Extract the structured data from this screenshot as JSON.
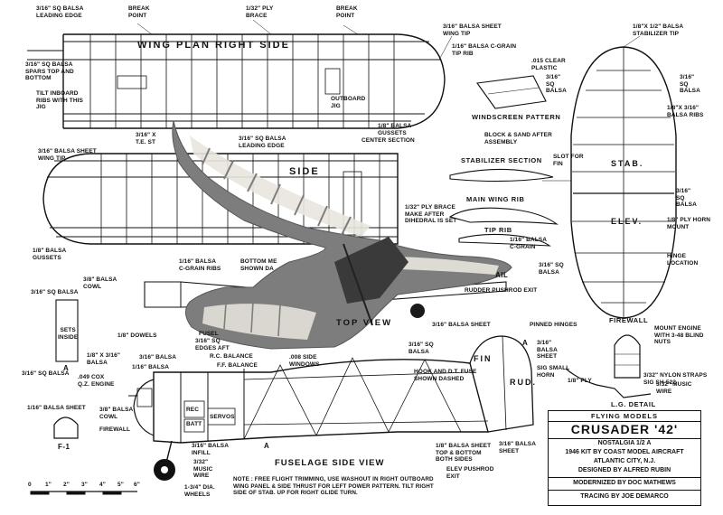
{
  "titles": {
    "wing_plan_right": "WING PLAN RIGHT SIDE",
    "wing_plan_left_partial": "SIDE",
    "windscreen_pattern": "WINDSCREEN PATTERN",
    "stabilizer_section": "STABILIZER SECTION",
    "main_wing_rib": "MAIN WING RIB",
    "tip_rib": "TIP RIB",
    "top_view": "TOP VIEW",
    "fuselage_side_view": "FUSELAGE SIDE VIEW",
    "firewall": "FIREWALL",
    "lg_detail": "L.G. DETAIL",
    "stab": "STAB.",
    "elev": "ELEV.",
    "fin": "FIN",
    "rud": "RUD.",
    "f1": "F-1",
    "tail_partial": "AIL"
  },
  "labels": {
    "l1": "3/16\" SQ BALSA\nLEADING EDGE",
    "l2": "BREAK\nPOINT",
    "l3": "1/32\" PLY\nBRACE",
    "l4": "BREAK\nPOINT",
    "l5": "3/16\" BALSA SHEET\nWING TIP",
    "l6": "1/16\" BALSA C-GRAIN\nTIP RIB",
    "l7": ".015 CLEAR\nPLASTIC",
    "l8": "1/8\"x 1/2\" BALSA\nSTABILIZER TIP",
    "l9": "3/16\" SQ BALSA\nSPARS TOP AND\nBOTTOM",
    "l10": "TILT INBOARD\nRIBS WITH THIS\nJIG",
    "l11": "OUTBOARD\nJIG",
    "l12": "1/8\" BALSA\nGUSSETS",
    "l13": "3/16\"\nSQ\nBALSA",
    "l14": "3/16\"\nSQ\nBALSA",
    "l15": "1/8\"x 3/16\"\nBALSA RIBS",
    "l16": "3/16\" x\nT.E. ST",
    "l17": "3/16\" SQ BALSA\nLEADING EDGE",
    "l18": "CENTER SECTION",
    "l19": "BLOCK & SAND AFTER\nASSEMBLY",
    "l20": "SLOT FOR\nFIN",
    "l21": "3/16\" BALSA SHEET\nWING TIP",
    "l22": "1/32\" PLY BRACE\nMAKE AFTER\nDIHEDRAL IS SET",
    "l23": "3/16\"\nSQ\nBALSA",
    "l24": "1/8\" PLY HORN\nMOUNT",
    "l25": "1/8\" BALSA\nGUSSETS",
    "l26": "1/16\" BALSA\nC-GRAIN RIBS",
    "l27": "BOTTOM ME\nSHOWN DA",
    "l28": "1/16\" BALSA\nC-GRAIN",
    "l29": "HINGE\nLOCATION",
    "l30": "3/16\" SQ\nBALSA",
    "l31": "3/16\" SQ BALSA",
    "l32": "3/8\" BALSA\nCOWL",
    "l33": "RUDDER PUSHROD EXIT",
    "l34": "SETS\nINSIDE",
    "l35": "1/8\" DOWELS",
    "l36": "1/8\" x 3/16\"\nBALSA",
    "l37": "FUSEL",
    "l38": "3/16\" SQ\nEDGES AFT",
    "l39": "3/16\" BALSA SHEET",
    "l40": "PINNED HINGES",
    "l41": "MOUNT ENGINE\nWITH 3-48 BLIND\nNUTS",
    "l42": "3/16\" SQ\nBALSA",
    "l43": "3/16\"\nBALSA\nSHEET",
    "l44": "3/16\" BALSA",
    "l45": "1/16\" BALSA",
    "l46": "R.C. BALANCE",
    "l47": "F.F. BALANCE",
    "l48": ".008 SIDE\nWINDOWS",
    "l49": "HOOK AND D.T. FUSE\nSHOWN DASHED",
    "l50": "SIG SMALL\nHORN",
    "l51": "3/32\" NYLON STRAPS\nSIG SH-522",
    "l52": "1/8\" PLY",
    "l53": "3/16\" SQ BALSA",
    "l54": ".049 COX\nQ.Z. ENGINE",
    "l55": "REC",
    "l56": "BATT",
    "l57": "SERVOS",
    "l58": "3/32\" MUSIC\nWIRE",
    "l59": "1/16\" BALSA SHEET",
    "l60": "3/8\" BALSA\nCOWL",
    "l61": "FIREWALL",
    "l62": "3/16\" BALSA\nINFILL",
    "l63": "3/32\"\nMUSIC\nWIRE",
    "l64": "1-3/4\" DIA.\nWHEELS",
    "l65": "1/8\" BALSA SHEET\nTOP & BOTTOM\nBOTH SIDES",
    "l66": "3/16\" BALSA\nSHEET",
    "l67": "ELEV PUSHROD\nEXIT",
    "l68": "A",
    "l69": "A",
    "l70": "A"
  },
  "note": "NOTE : FREE FLIGHT TRIMMING, USE WASHOUT IN RIGHT OUTBOARD WING PANEL & SIDE THRUST FOR LEFT POWER PATTERN. TILT RIGHT SIDE OF STAB. UP FOR RIGHT GLIDE TURN.",
  "scale": {
    "ticks": [
      "0",
      "1\"",
      "2\"",
      "3\"",
      "4\"",
      "5\"",
      "6\""
    ]
  },
  "title_block": {
    "header": "FLYING MODELS",
    "name": "CRUSADER '42'",
    "line1": "NOSTALGIA 1/2 A",
    "line2": "1946 KIT BY COAST MODEL AIRCRAFT",
    "line3": "ATLANTIC CITY, N.J.",
    "line4": "DESIGNED BY ALFRED RUBIN",
    "line5": "MODERNIZED BY DOC MATHEWS",
    "line6": "TRACING BY JOE DEMARCO"
  },
  "colors": {
    "ink": "#111111",
    "paper": "#ffffff",
    "photo_bg": "#7d7d7d",
    "balsa": "#e9e6de"
  }
}
